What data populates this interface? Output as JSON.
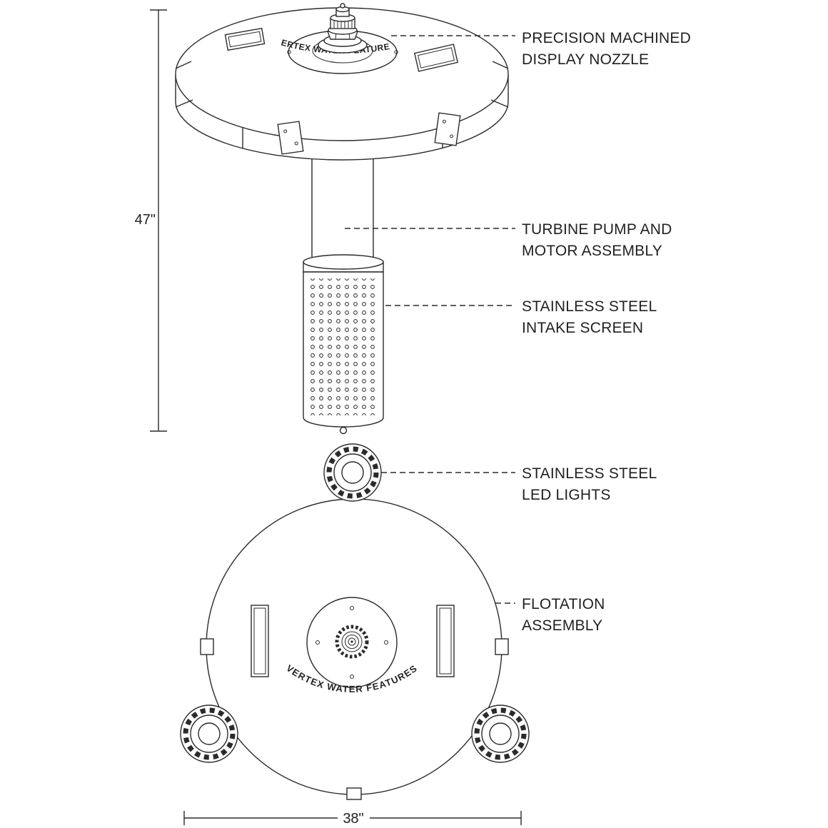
{
  "colors": {
    "background": "#ffffff",
    "line": "#2b2b2b",
    "text": "#231f20"
  },
  "branding": {
    "disc_text": "VERTEX WATER FEATURES",
    "hub_text": "VERTEX WATER FEATURES"
  },
  "dimensions": {
    "height": "47\"",
    "width": "38\""
  },
  "callouts": [
    {
      "id": "display-nozzle",
      "lines": [
        "PRECISION MACHINED",
        "DISPLAY NOZZLE"
      ]
    },
    {
      "id": "turbine-pump",
      "lines": [
        "TURBINE PUMP AND",
        "MOTOR ASSEMBLY"
      ]
    },
    {
      "id": "intake-screen",
      "lines": [
        "STAINLESS STEEL",
        "INTAKE SCREEN"
      ]
    },
    {
      "id": "led-lights",
      "lines": [
        "STAINLESS STEEL",
        "LED LIGHTS"
      ]
    },
    {
      "id": "flotation-assembly",
      "lines": [
        "FLOTATION",
        "ASSEMBLY"
      ]
    }
  ]
}
